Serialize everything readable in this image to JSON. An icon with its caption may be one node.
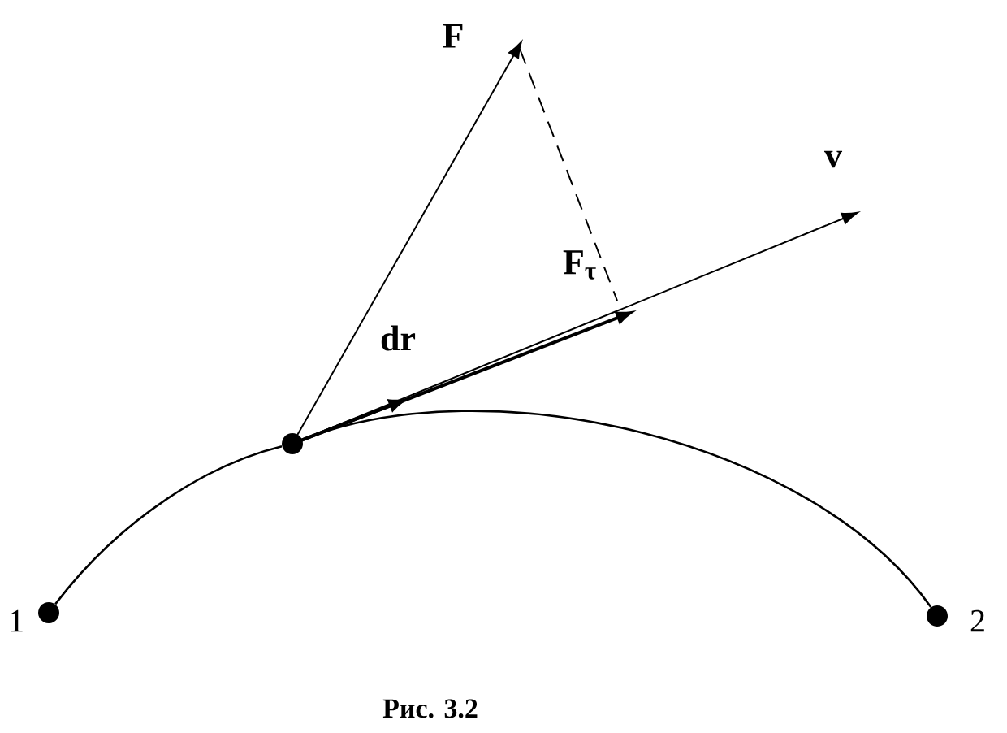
{
  "diagram": {
    "caption": "Рис. 3.2",
    "nodes": [
      {
        "text": [],
        "shape": "circle",
        "beside": [
          "1"
        ]
      },
      {
        "text": [],
        "shape": "circle"
      },
      {
        "text": [],
        "shape": "circle",
        "beside": [
          "2"
        ]
      }
    ],
    "edges": [
      {
        "from": 0,
        "to": 1,
        "arrow": "none"
      },
      {
        "from": 1,
        "to": 2,
        "arrow": "none"
      }
    ],
    "labels": [
      "F",
      "v",
      "F$_{τ}$",
      "dr"
    ]
  }
}
